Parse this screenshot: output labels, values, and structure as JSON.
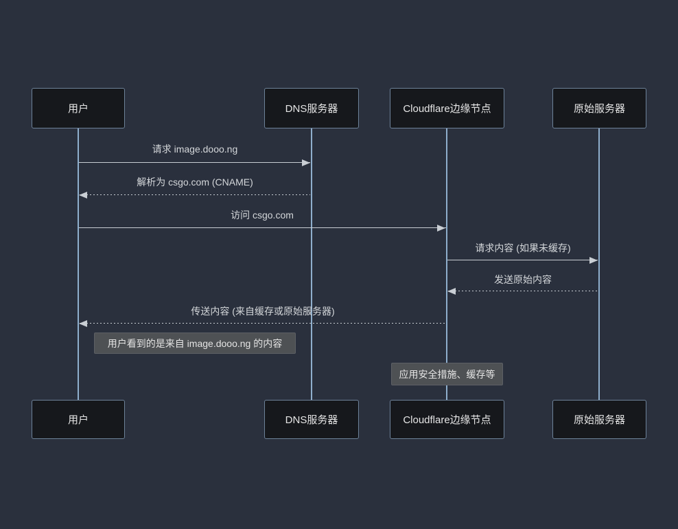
{
  "diagram": {
    "type": "sequence",
    "colors": {
      "background": "#2a303d",
      "actor_fill": "#16181c",
      "actor_border": "#6d8299",
      "actor_text": "#e6e6e6",
      "lifeline": "#8fafcd",
      "signal_line": "#c9ced4",
      "signal_text": "#d4d7da",
      "note_bg": "#4e5154",
      "note_text": "#e4e4e4"
    },
    "actors": [
      {
        "id": "user",
        "label": "用户"
      },
      {
        "id": "dns",
        "label": "DNS服务器"
      },
      {
        "id": "cf",
        "label": "Cloudflare边缘节点"
      },
      {
        "id": "origin",
        "label": "原始服务器"
      }
    ],
    "messages": [
      {
        "label": "请求 image.dooo.ng",
        "from": "user",
        "to": "dns",
        "line": "solid",
        "direction": "right"
      },
      {
        "label": "解析为 csgo.com (CNAME)",
        "from": "dns",
        "to": "user",
        "line": "dotted",
        "direction": "left"
      },
      {
        "label": "访问 csgo.com",
        "from": "user",
        "to": "cf",
        "line": "solid",
        "direction": "right"
      },
      {
        "label": "请求内容 (如果未缓存)",
        "from": "cf",
        "to": "origin",
        "line": "solid",
        "direction": "right"
      },
      {
        "label": "发送原始内容",
        "from": "origin",
        "to": "cf",
        "line": "dotted",
        "direction": "left"
      },
      {
        "label": "传送内容 (来自缓存或原始服务器)",
        "from": "cf",
        "to": "user",
        "line": "dotted",
        "direction": "left"
      }
    ],
    "notes": [
      {
        "label": "用户看到的是来自 image.dooo.ng 的内容",
        "position": "right of user"
      },
      {
        "label": "应用安全措施、缓存等",
        "position": "over cf"
      }
    ]
  }
}
